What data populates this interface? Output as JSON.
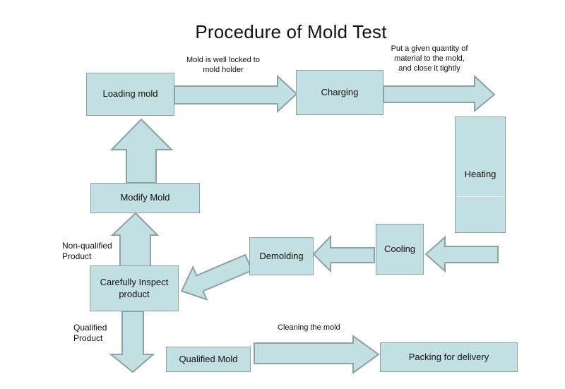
{
  "title": "Procedure of Mold Test",
  "colors": {
    "node_fill": "#c2dfe2",
    "node_border": "#8aa2a6",
    "text": "#111111",
    "background": "#ffffff"
  },
  "nodes": {
    "loading_mold": {
      "label": "Loading mold"
    },
    "charging": {
      "label": "Charging"
    },
    "heating": {
      "label": "Heating"
    },
    "cooling": {
      "label": "Cooling"
    },
    "demolding": {
      "label": "Demolding"
    },
    "carefully_inspect": {
      "label": "Carefully Inspect product"
    },
    "modify_mold": {
      "label": "Modify Mold"
    },
    "qualified_mold": {
      "label": "Qualified Mold"
    },
    "packing": {
      "label": "Packing for delivery"
    }
  },
  "annotations": {
    "mold_locked": "Mold is well locked to\nmold holder",
    "put_quantity": "Put a given quantity of\nmaterial to the mold,\nand close it tightly",
    "non_qualified": "Non-qualified\nProduct",
    "qualified": "Qualified\nProduct",
    "cleaning": "Cleaning the mold"
  },
  "edges": [
    {
      "from": "Loading mold",
      "to": "Charging",
      "label": "Mold is well locked to mold holder",
      "direction": "right"
    },
    {
      "from": "Charging",
      "to": "Heating",
      "label": "Put a given quantity of material to the mold, and close it tightly",
      "direction": "right"
    },
    {
      "from": "Heating",
      "to": "Cooling",
      "label": "",
      "direction": "left"
    },
    {
      "from": "Cooling",
      "to": "Demolding",
      "label": "",
      "direction": "left"
    },
    {
      "from": "Demolding",
      "to": "Carefully Inspect product",
      "label": "",
      "direction": "down-left"
    },
    {
      "from": "Carefully Inspect product",
      "to": "Modify Mold",
      "label": "Non-qualified Product",
      "direction": "up"
    },
    {
      "from": "Modify Mold",
      "to": "Loading mold",
      "label": "",
      "direction": "up"
    },
    {
      "from": "Carefully Inspect product",
      "to": "Qualified Mold",
      "label": "Qualified Product",
      "direction": "down"
    },
    {
      "from": "Qualified Mold",
      "to": "Packing for delivery",
      "label": "Cleaning the mold",
      "direction": "right"
    }
  ]
}
